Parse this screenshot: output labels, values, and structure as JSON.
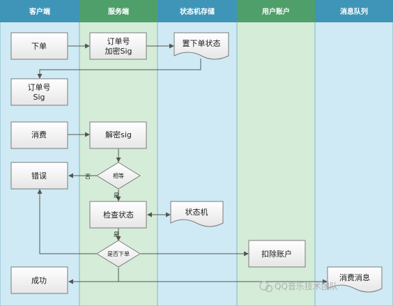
{
  "lanes": [
    "客户端",
    "服务端",
    "状态机存储",
    "用户账户",
    "消息队列"
  ],
  "nodes": {
    "order": "下单",
    "encrypt_line1": "订单号",
    "encrypt_line2": "加密Sig",
    "set_state": "置下单状态",
    "ordersig_line1": "订单号",
    "ordersig_line2": "Sig",
    "consume": "消费",
    "decrypt": "解密sig",
    "error": "错误",
    "equal": "相等",
    "check_state": "检查状态",
    "state_machine": "状态机",
    "ordered_q": "是否下单",
    "deduct": "扣除账户",
    "success": "成功",
    "consume_msg": "消费消息"
  },
  "labels": {
    "no": "否",
    "yes1": "是",
    "yes2": "是"
  },
  "watermark": "QQ音乐技术团队",
  "colors": {
    "lane_fill": "#cfeaf4",
    "lane_alt_fill": "#d4ecd8",
    "header_blue": "#3f95b8",
    "header_green": "#4f9f6a",
    "box_fill": "#ffffff",
    "line": "#555555"
  }
}
